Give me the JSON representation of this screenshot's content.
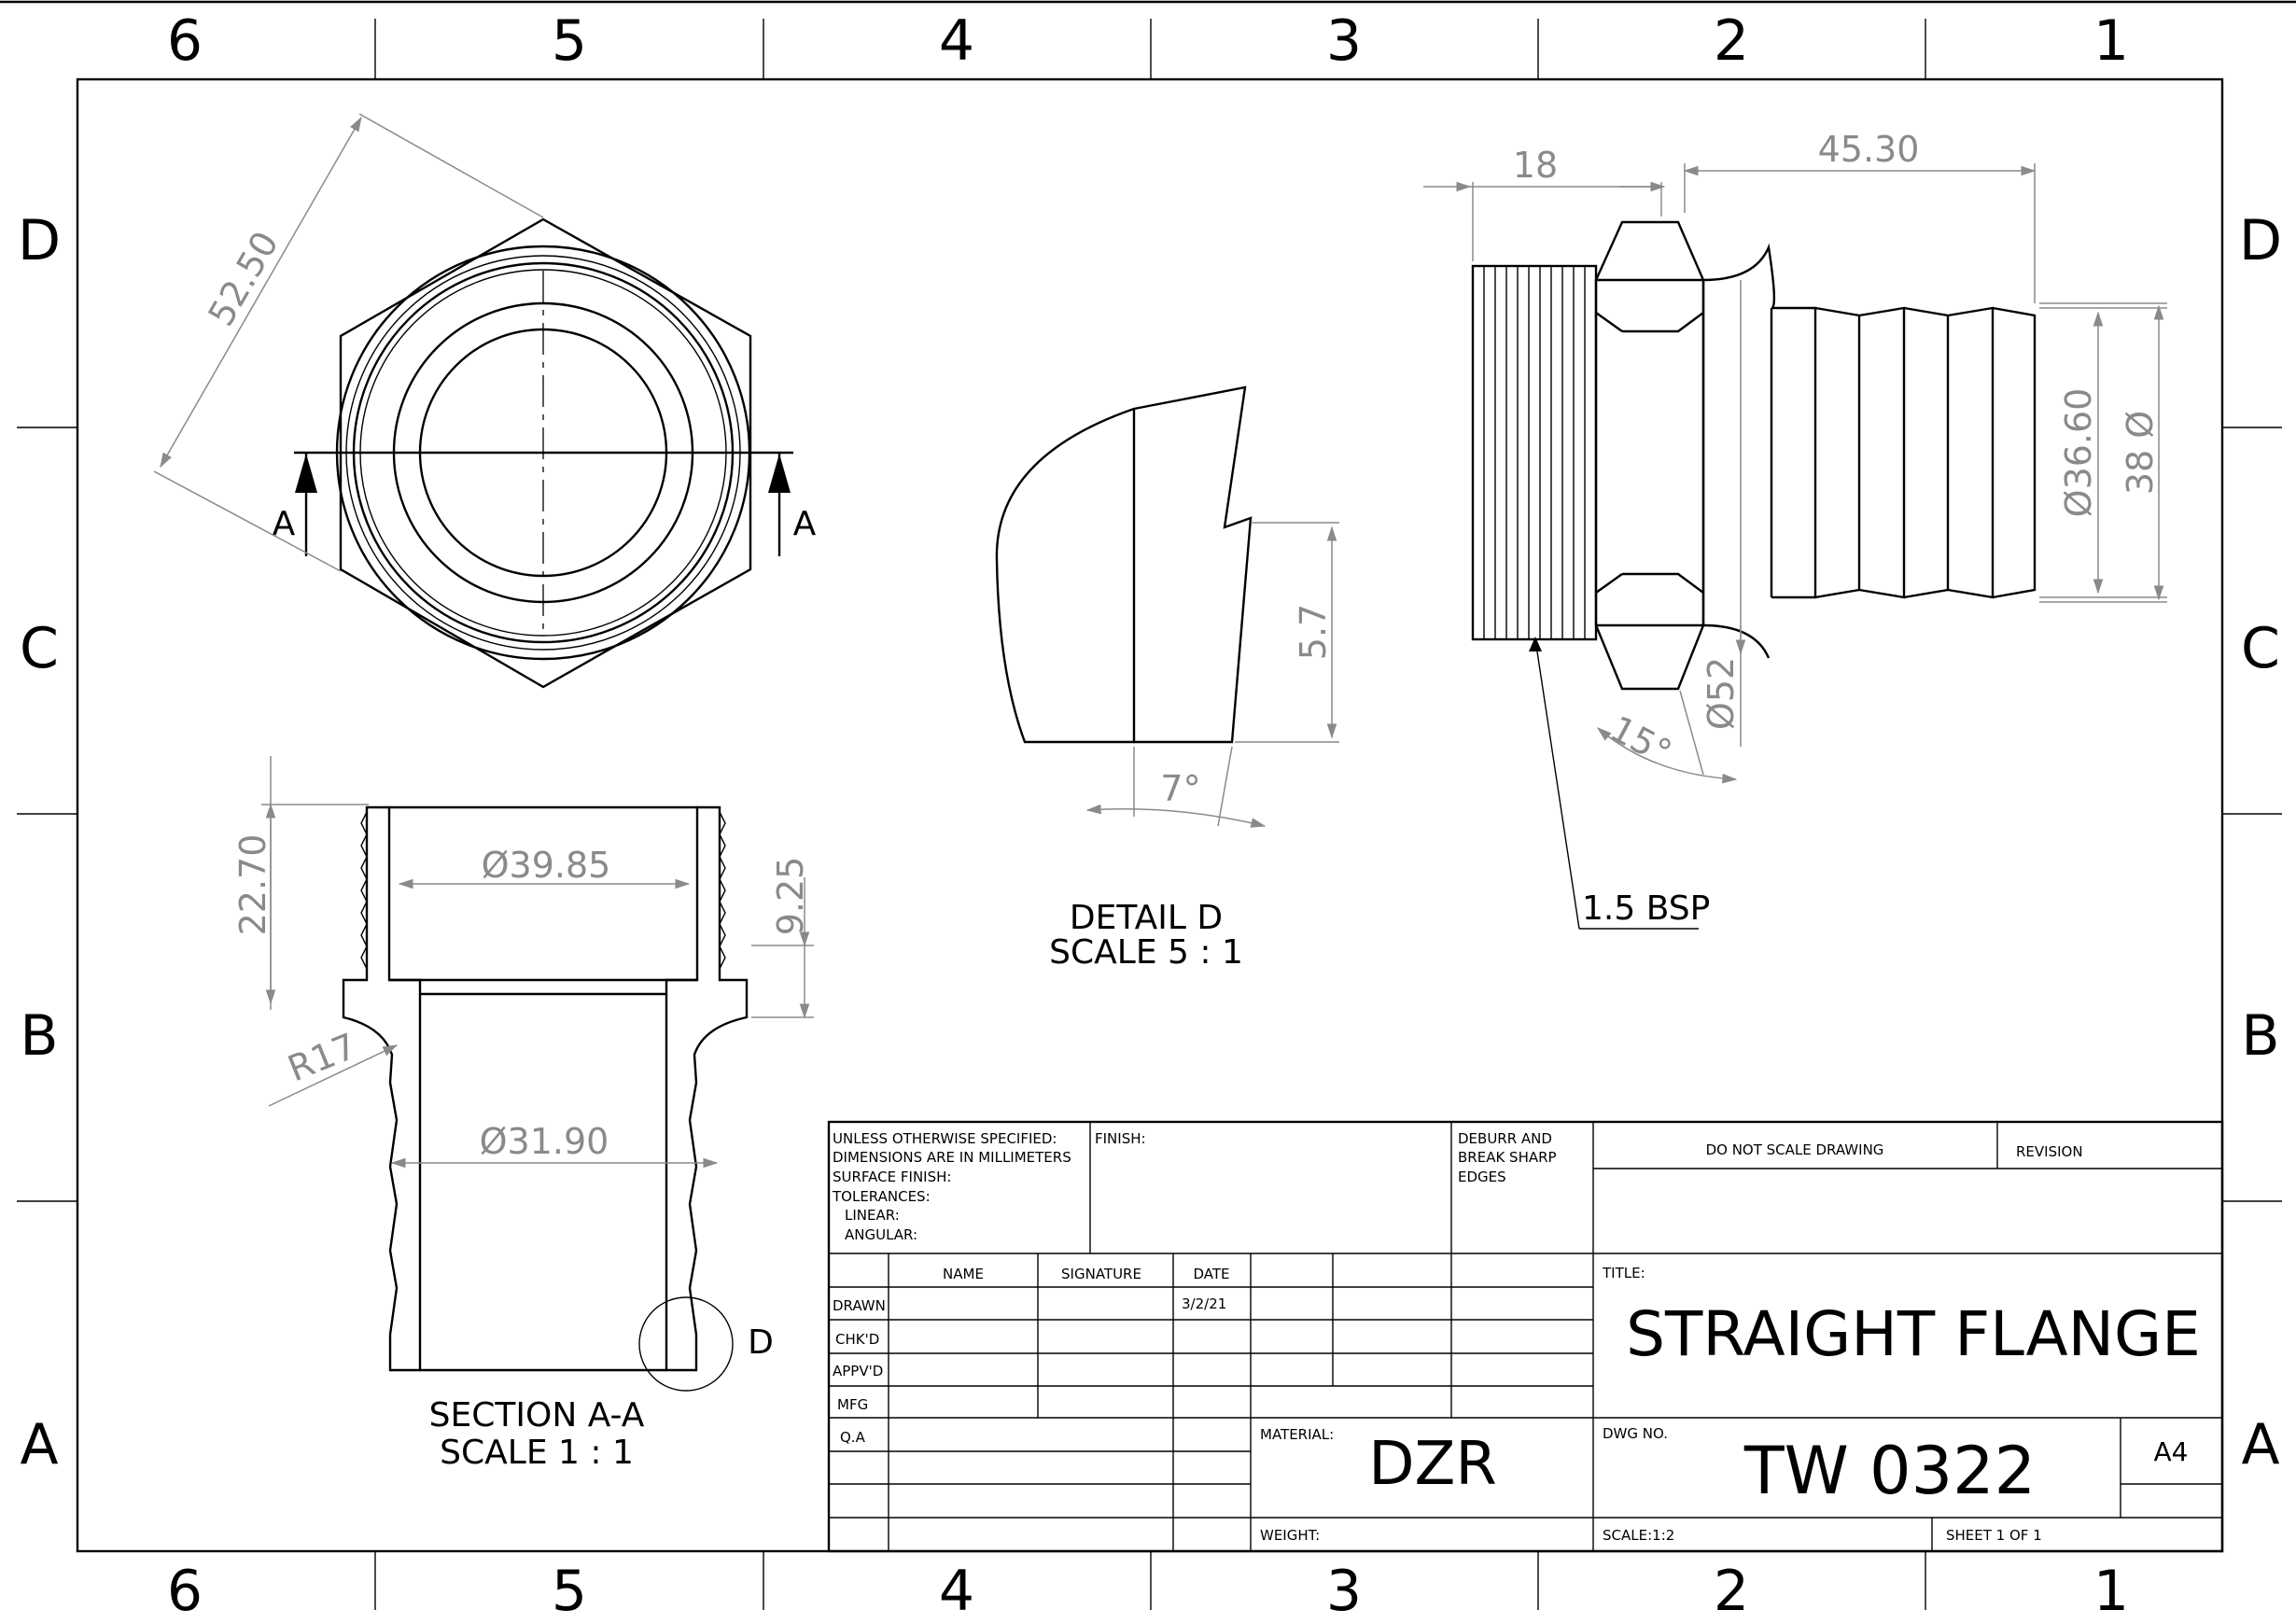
{
  "zones": {
    "columns": [
      "6",
      "5",
      "4",
      "3",
      "2",
      "1"
    ],
    "rows": [
      "D",
      "C",
      "B",
      "A"
    ]
  },
  "dimensions": {
    "hex_across_corners": "52.50",
    "bore_top": "Ø39.85",
    "height_thread": "22.70",
    "hex_height": "9.25",
    "fillet_radius": "R17",
    "bore_bottom": "Ø31.90",
    "detail_height": "5.7",
    "detail_angle": "7°",
    "thread_len": "18",
    "barb_len": "45.30",
    "barb_dia_inner": "Ø36.60",
    "barb_dia_outer": "38 Ø",
    "hex_dia": "Ø52",
    "taper_angle": "15°"
  },
  "callouts": {
    "section_mark": "A",
    "detail_mark": "D",
    "thread_note": "1.5 BSP"
  },
  "views": {
    "section_title": "SECTION A-A",
    "section_scale": "SCALE 1 : 1",
    "detail_title": "DETAIL D",
    "detail_scale": "SCALE 5 : 1"
  },
  "title_block": {
    "unless_lines": [
      "UNLESS OTHERWISE SPECIFIED:",
      "DIMENSIONS ARE IN MILLIMETERS",
      "SURFACE FINISH:",
      "TOLERANCES:",
      "   LINEAR:",
      "   ANGULAR:"
    ],
    "finish_label": "FINISH:",
    "deburr_lines": [
      "DEBURR AND",
      "BREAK SHARP",
      "EDGES"
    ],
    "do_not_scale": "DO NOT SCALE DRAWING",
    "revision_label": "REVISION",
    "col_name": "NAME",
    "col_signature": "SIGNATURE",
    "col_date": "DATE",
    "row_drawn": "DRAWN",
    "row_chkd": "CHK'D",
    "row_apprvd": "APPV'D",
    "row_mfg": "MFG",
    "row_qa": "Q.A",
    "drawn_date": "3/2/21",
    "title_label": "TITLE:",
    "title": "STRAIGHT FLANGE",
    "material_label": "MATERIAL:",
    "material": "DZR",
    "dwg_no_label": "DWG NO.",
    "dwg_no": "TW 0322",
    "size": "A4",
    "weight_label": "WEIGHT:",
    "scale": "SCALE:1:2",
    "sheet": "SHEET 1 OF 1"
  }
}
